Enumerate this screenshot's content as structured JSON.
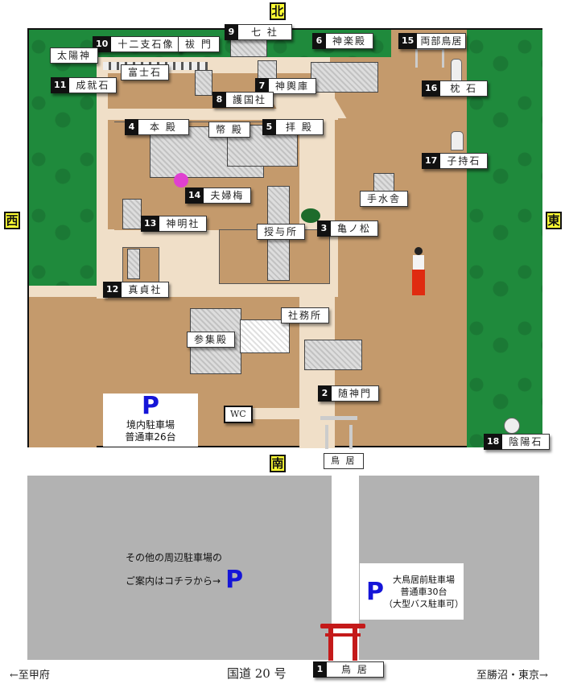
{
  "compass": {
    "north": "北",
    "south": "南",
    "east": "東",
    "west": "西"
  },
  "landmarks": [
    {
      "num": "1",
      "name": "鳥 居"
    },
    {
      "num": "2",
      "name": "随神門"
    },
    {
      "num": "3",
      "name": "亀ノ松"
    },
    {
      "num": "4",
      "name": "本 殿"
    },
    {
      "num": "5",
      "name": "拝 殿"
    },
    {
      "num": "6",
      "name": "神楽殿"
    },
    {
      "num": "7",
      "name": "神輿庫"
    },
    {
      "num": "8",
      "name": "護国社"
    },
    {
      "num": "9",
      "name": "七 社"
    },
    {
      "num": "10",
      "name": "十二支石像"
    },
    {
      "num": "11",
      "name": "成就石"
    },
    {
      "num": "12",
      "name": "真貞社"
    },
    {
      "num": "13",
      "name": "神明社"
    },
    {
      "num": "14",
      "name": "夫婦梅"
    },
    {
      "num": "15",
      "name": "両部鳥居"
    },
    {
      "num": "16",
      "name": "枕 石"
    },
    {
      "num": "17",
      "name": "子持石"
    },
    {
      "num": "18",
      "name": "陰陽石"
    }
  ],
  "plain_labels": {
    "taiyoshin": "太陽神",
    "harae_mon": "祓 門",
    "fujiishi": "富士石",
    "heiden": "幣 殿",
    "temizuya": "手水舎",
    "juyosho": "授与所",
    "shamusho": "社務所",
    "sanshuden": "参集殿",
    "wc": "WC",
    "inner_torii": "鳥 居"
  },
  "parking": {
    "inner": {
      "mark": "P",
      "line1": "境内駐車場",
      "line2": "普通車26台"
    },
    "torii_front": {
      "mark": "P",
      "line1": "大鳥居前駐車場",
      "line2": "普通車30台",
      "line3": "（大型バス駐車可）"
    },
    "others": {
      "line1": "その他の周辺駐車場の",
      "line2": "ご案内はコチラから→",
      "mark": "P"
    }
  },
  "footer": {
    "left": "←至甲府",
    "center": "国道 20 号",
    "right": "至勝沼・東京→"
  },
  "colors": {
    "grounds": "#c49a6c",
    "forest": "#1f8a3c",
    "path": "#f0dfc8",
    "road": "#b2b2b2",
    "compass_bg": "#ffff33",
    "parking_blue": "#1515d8",
    "torii_red": "#c41a1a"
  }
}
